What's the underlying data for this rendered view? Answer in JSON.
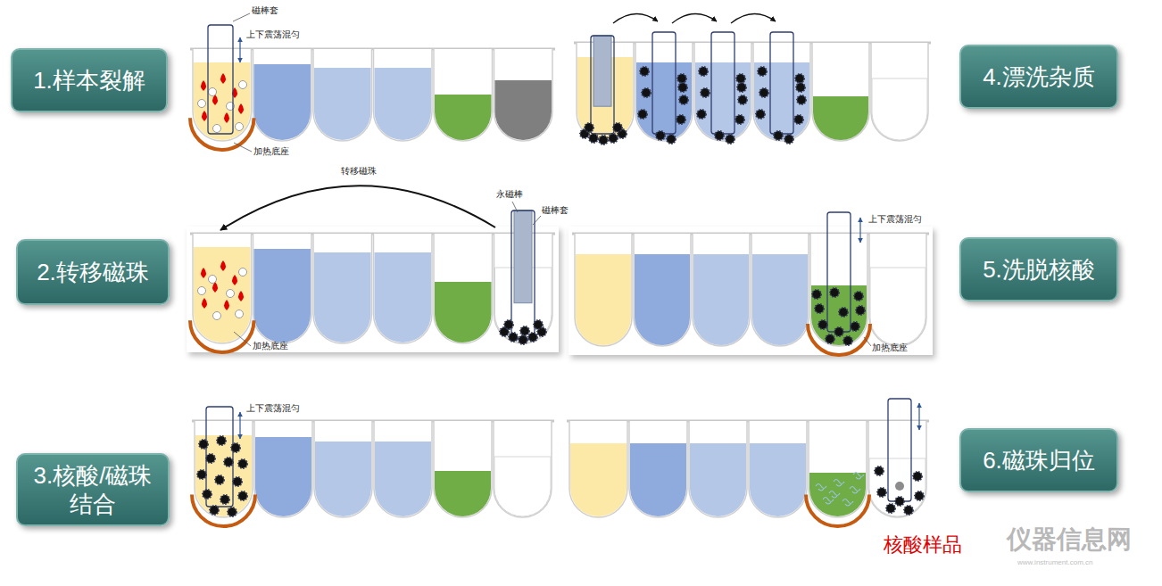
{
  "diagram": {
    "nodes": [
      {
        "text": [
          "1.样本裂解"
        ]
      },
      {
        "text": [
          "2.转移磁珠"
        ]
      },
      {
        "text": [
          "3.核酸/磁珠结合"
        ]
      },
      {
        "text": [
          "4.漂洗杂质"
        ]
      },
      {
        "text": [
          "5.洗脱核酸"
        ]
      },
      {
        "text": [
          "6.磁珠归位"
        ]
      }
    ],
    "labels": [
      "磁棒套",
      "上下震荡混匀",
      "加热底座",
      "转移磁珠",
      "永磁棒",
      "磁棒套",
      "加热底座",
      "上下震荡混匀",
      "上下震荡混匀",
      "加热底座",
      "核酸样品",
      "仪器信息网",
      "www.instrument.com.cn"
    ]
  }
}
